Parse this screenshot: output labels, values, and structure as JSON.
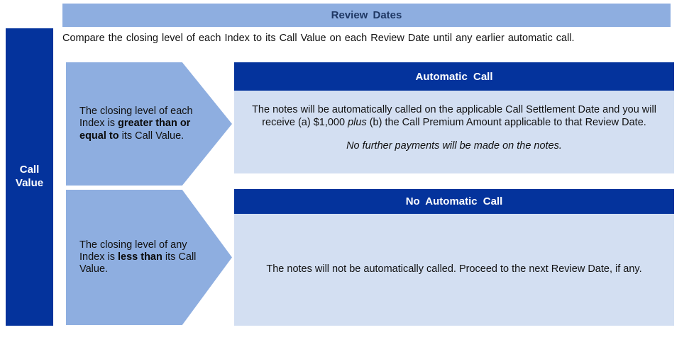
{
  "colors": {
    "dark_blue": "#04339C",
    "medium_blue": "#8EAEE0",
    "light_blue_body": "#D3DFF2",
    "banner_text": "#1F3864",
    "header_text": "#FFFFFF",
    "body_text": "#111111"
  },
  "top_banner": {
    "title": "Review Dates"
  },
  "intro": {
    "text": "Compare the closing level of each Index to its Call Value on each Review Date until any earlier automatic call."
  },
  "left_bar": {
    "label_line1": "Call",
    "label_line2": "Value"
  },
  "branches": {
    "0": {
      "condition": {
        "prefix": "The closing level of each Index is ",
        "bold": "greater than or equal to",
        "suffix": " its Call Value."
      },
      "outcome": {
        "title": "Automatic Call",
        "body_part1": "The notes will be automatically called on the applicable Call Settlement Date and you will receive (a) $1,000 ",
        "body_italic": "plus",
        "body_part2": " (b) the Call Premium Amount applicable to that Review Date.",
        "note": "No further payments will be made on the notes."
      }
    },
    "1": {
      "condition": {
        "prefix": "The closing level of any Index is ",
        "bold": "less than",
        "suffix": " its Call Value."
      },
      "outcome": {
        "title": "No Automatic Call",
        "body": "The notes will not be automatically called.  Proceed to the next Review Date, if any."
      }
    }
  }
}
